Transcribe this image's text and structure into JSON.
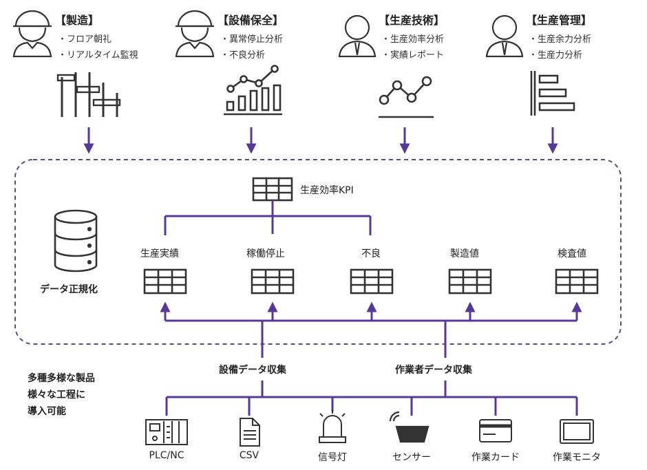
{
  "roles": [
    {
      "title": "【製造】",
      "items": [
        "・フロア朝礼",
        "・リアルタイム監視"
      ],
      "icon": "worker-helmet-icon"
    },
    {
      "title": "【設備保全】",
      "items": [
        "・異常停止分析",
        "・不良分析"
      ],
      "icon": "worker-helmet-icon"
    },
    {
      "title": "【生産技術】",
      "items": [
        "・生産効率分析",
        "・実績レポート"
      ],
      "icon": "businessperson-icon"
    },
    {
      "title": "【生産管理】",
      "items": [
        "・生産余力分析",
        "・生産力分析"
      ],
      "icon": "businessperson-icon"
    }
  ],
  "normalization": {
    "label": "データ正規化"
  },
  "kpi": {
    "label": "生産効率KPI"
  },
  "tables": [
    "生産実績",
    "稼働停止",
    "不良",
    "製造値",
    "検査値"
  ],
  "collection": {
    "equipment": "設備データ収集",
    "worker": "作業者データ収集"
  },
  "note": [
    "多種多様な製品",
    "様々な工程に",
    "導入可能"
  ],
  "devices": [
    "PLC/NC",
    "CSV",
    "信号灯",
    "センサー",
    "作業カード",
    "作業モニタ"
  ],
  "colors": {
    "accent": "#55389a",
    "dash": "#5a4a8a",
    "icon": "#333333"
  }
}
